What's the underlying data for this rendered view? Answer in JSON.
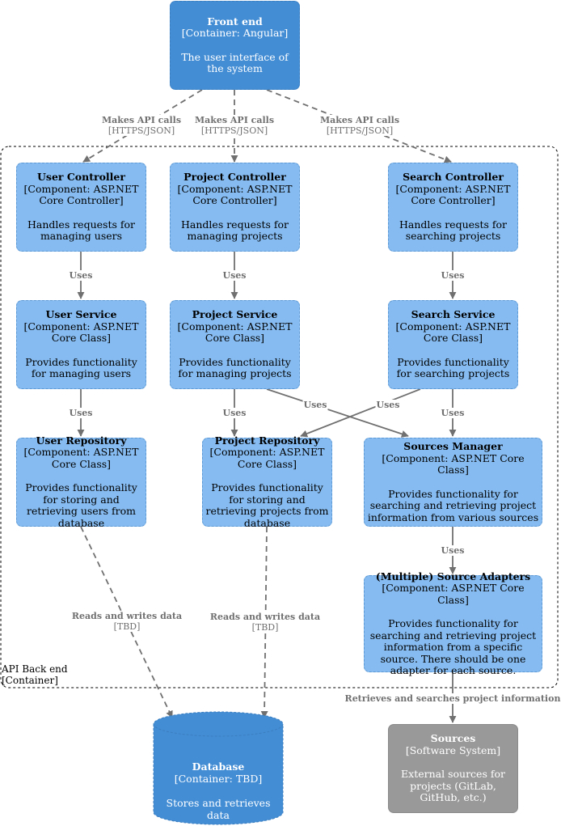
{
  "boundary": {
    "name": "API Back end",
    "type": "[Container]"
  },
  "nodes": {
    "frontend": {
      "title": "Front end",
      "type": "[Container: Angular]",
      "desc": "The user interface of the system"
    },
    "user_controller": {
      "title": "User Controller",
      "type": "[Component: ASP.NET Core Controller]",
      "desc": "Handles requests for managing users"
    },
    "project_controller": {
      "title": "Project Controller",
      "type": "[Component: ASP.NET Core Controller]",
      "desc": "Handles requests for managing projects"
    },
    "search_controller": {
      "title": "Search Controller",
      "type": "[Component: ASP.NET Core Controller]",
      "desc": "Handles requests for searching projects"
    },
    "user_service": {
      "title": "User Service",
      "type": "[Component: ASP.NET Core Class]",
      "desc": "Provides functionality for managing users"
    },
    "project_service": {
      "title": "Project Service",
      "type": "[Component: ASP.NET Core Class]",
      "desc": "Provides functionality for managing projects"
    },
    "search_service": {
      "title": "Search Service",
      "type": "[Component: ASP.NET Core Class]",
      "desc": "Provides functionality for searching projects"
    },
    "user_repository": {
      "title": "User Repository",
      "type": "[Component: ASP.NET Core Class]",
      "desc": "Provides functionality for storing and retrieving users from database"
    },
    "project_repository": {
      "title": "Project Repository",
      "type": "[Component: ASP.NET Core Class]",
      "desc": "Provides functionality for storing and retrieving projects from database"
    },
    "sources_manager": {
      "title": "Sources Manager",
      "type": "[Component: ASP.NET Core Class]",
      "desc": "Provides functionality for searching and retrieving project information from various sources"
    },
    "source_adapters": {
      "title": "(Multiple) Source Adapters",
      "type": "[Component: ASP.NET Core Class]",
      "desc": "Provides functionality for searching and retrieving project information from a specific source. There should be one adapter for each source."
    },
    "database": {
      "title": "Database",
      "type": "[Container: TBD]",
      "desc": "Stores and retrieves data"
    },
    "sources": {
      "title": "Sources",
      "type": "[Software System]",
      "desc": "External sources for projects (GitLab, GitHub, etc.)"
    }
  },
  "edges": {
    "api_call_user": {
      "label": "Makes API calls",
      "tech": "[HTTPS/JSON]"
    },
    "api_call_project": {
      "label": "Makes API calls",
      "tech": "[HTTPS/JSON]"
    },
    "api_call_search": {
      "label": "Makes API calls",
      "tech": "[HTTPS/JSON]"
    },
    "uses_user_ctrl": {
      "label": "Uses"
    },
    "uses_project_ctrl": {
      "label": "Uses"
    },
    "uses_search_ctrl": {
      "label": "Uses"
    },
    "uses_user_svc": {
      "label": "Uses"
    },
    "uses_project_svc_repo": {
      "label": "Uses"
    },
    "uses_project_svc_sources": {
      "label": "Uses"
    },
    "uses_search_svc_repo": {
      "label": "Uses"
    },
    "uses_search_svc_sources": {
      "label": "Uses"
    },
    "uses_sources_adapters": {
      "label": "Uses"
    },
    "db_user": {
      "label": "Reads and writes data",
      "tech": "[TBD]"
    },
    "db_project": {
      "label": "Reads and writes data",
      "tech": "[TBD]"
    },
    "retrieve_sources": {
      "label": "Retrieves and searches project information"
    }
  },
  "colors": {
    "component": "#85bbf0",
    "container": "#438dd5",
    "external_system": "#999999",
    "arrow": "#707070"
  }
}
